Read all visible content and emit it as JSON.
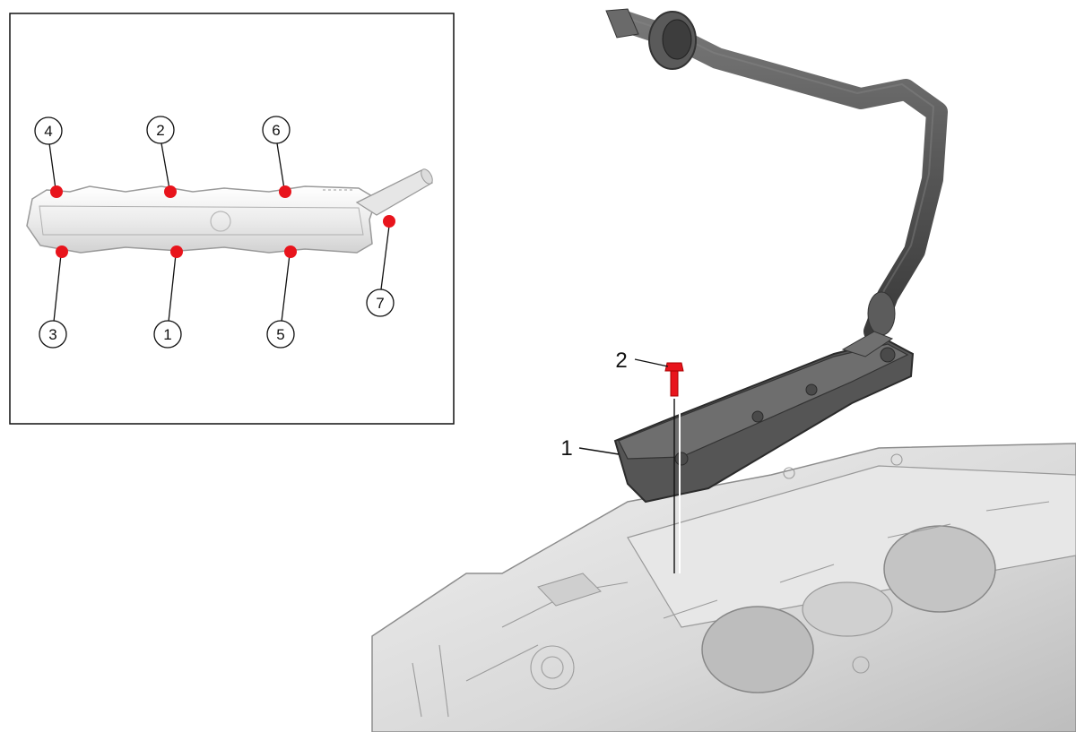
{
  "inset": {
    "bolts": [
      {
        "id": "1",
        "label": "1"
      },
      {
        "id": "2",
        "label": "2"
      },
      {
        "id": "3",
        "label": "3"
      },
      {
        "id": "4",
        "label": "4"
      },
      {
        "id": "5",
        "label": "5"
      },
      {
        "id": "6",
        "label": "6"
      },
      {
        "id": "7",
        "label": "7"
      }
    ]
  },
  "callouts": {
    "part_1": "1",
    "part_2": "2"
  },
  "colors": {
    "bolt_marker": "#e8141c",
    "line": "#111111",
    "pipe_dark": "#4e4e4e",
    "engine_light": "#d9d9d9"
  }
}
